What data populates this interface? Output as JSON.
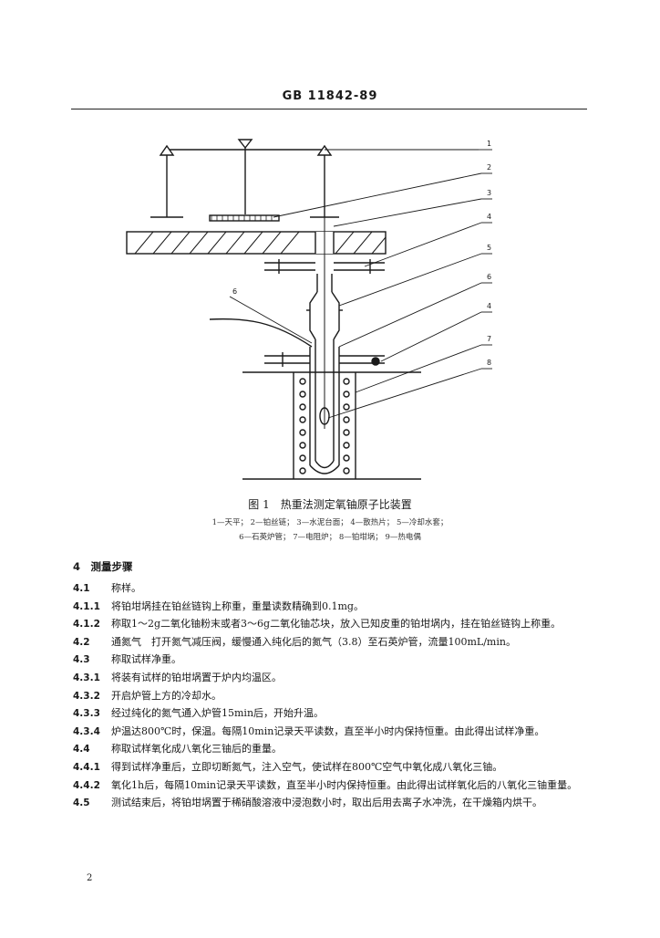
{
  "header": {
    "standard_code": "GB 11842-89"
  },
  "figure": {
    "caption": "图 1　热重法测定氧铀原子比装置",
    "legend_line1": "1—天平；  2—铂丝链；  3—水泥台面；  4—散热片；  5—冷却水套；",
    "legend_line2": "6—石英炉管；  7—电阻炉；  8—铂坩埚；  9—热电偶",
    "callouts": [
      "1",
      "2",
      "3",
      "4",
      "5",
      "6",
      "4",
      "7",
      "8"
    ],
    "left_callout": "6"
  },
  "section": {
    "title": "4　测量步骤"
  },
  "steps": [
    {
      "num": "4.1",
      "text": "称样。"
    },
    {
      "num": "4.1.1",
      "text": "将铂坩埚挂在铂丝链钩上称重，重量读数精确到0.1mg。"
    },
    {
      "num": "4.1.2",
      "text": "称取1～2g二氧化铀粉末或者3～6g二氧化铀芯块，放入已知皮重的铂坩埚内，挂在铂丝链钩上称重。"
    },
    {
      "num": "4.2",
      "text": "通氮气　打开氮气减压阀，缓慢通入纯化后的氮气（3.8）至石英炉管，流量100mL/min。"
    },
    {
      "num": "4.3",
      "text": "称取试样净重。"
    },
    {
      "num": "4.3.1",
      "text": "将装有试样的铂坩埚置于炉内均温区。"
    },
    {
      "num": "4.3.2",
      "text": "开启炉管上方的冷却水。"
    },
    {
      "num": "4.3.3",
      "text": "经过纯化的氮气通入炉管15min后，开始升温。"
    },
    {
      "num": "4.3.4",
      "text": "炉温达800℃时，保温。每隔10min记录天平读数，直至半小时内保持恒重。由此得出试样净重。"
    },
    {
      "num": "4.4",
      "text": "称取试样氧化成八氧化三铀后的重量。"
    },
    {
      "num": "4.4.1",
      "text": "得到试样净重后，立即切断氮气，注入空气，使试样在800℃空气中氧化成八氧化三铀。"
    },
    {
      "num": "4.4.2",
      "text": "氧化1h后，每隔10min记录天平读数，直至半小时内保持恒重。由此得出试样氧化后的八氧化三铀重量。"
    },
    {
      "num": "4.5",
      "text": "测试结束后，将铂坩埚置于稀硝酸溶液中浸泡数小时，取出后用去离子水冲洗，在干燥箱内烘干。"
    }
  ],
  "page_number": "2"
}
